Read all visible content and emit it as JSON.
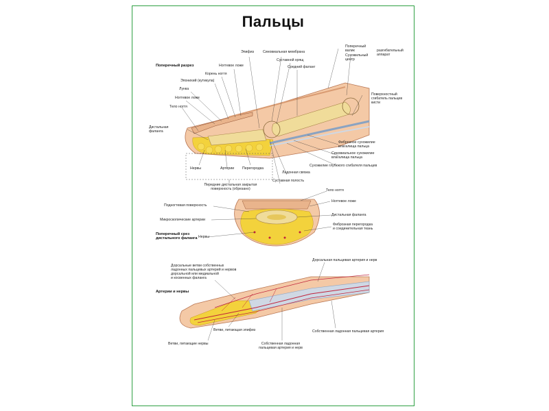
{
  "title": "Пальцы",
  "sections": {
    "cross_section": "Поперечный разрез",
    "transverse": [
      "Поперечный срез",
      "дистального фаланга"
    ],
    "arteries_nerves": "Артерии и нервы"
  },
  "labels": {
    "epiphysis": "Эпифиз",
    "synovial_membrane": "Синовиальная мембрана",
    "transverse_ridge": [
      "Поперечный",
      "валик"
    ],
    "tendon_center": [
      "Сухожильный",
      "центр"
    ],
    "extensor_apparatus": [
      "разгибательный",
      "аппарат"
    ],
    "nail_bed_top": "Ногтевое ложе",
    "nail_root": "Корень ногтя",
    "eponychium": "Эпонихий (кутикула)",
    "lunula": "Лунка",
    "nail_bed_left": "Ногтевое ложе",
    "nail_body": "Тело ногтя",
    "joint_capsule": "Суставной хрящ",
    "middle_phalanx": "Средний фаланг",
    "superficial_flexor": [
      "Поверхностный",
      "сгибатель пальцев",
      "кисти"
    ],
    "distal_phalanx": [
      "Дистальная",
      "фаланга"
    ],
    "fibrous_sheath": [
      "Фиброзное сухожилие",
      "влагалища пальца"
    ],
    "synovial_sheath": [
      "Синовиальное сухожилие",
      "влагалища пальца"
    ],
    "deep_flexor": "Сухожилие глубокого сгибателя пальцев",
    "nerves": "Нервы",
    "arteries": "Артерии",
    "septum": "Перегородка",
    "palmar_ligament": "Ладонная связка",
    "joint_cavity": "Суставная полость",
    "anterior_surface": [
      "Передние дистальная закрытая",
      "поверхность (обрезано)"
    ],
    "t_nail_body": "Тело ногтя",
    "t_subungual": "Подногтевая поверхность",
    "t_nail_bed": "Ногтевое ложе",
    "t_micro_arteries": "Микроскопические артерии",
    "t_distal_phalanx": "Дистальная фаланга",
    "t_fibrous_septa": [
      "Фиброзная перегородка",
      "и соединительная ткань"
    ],
    "t_nerves": "Нервы",
    "a_dorsal_branches": [
      "Дорсальные ветви собственных",
      "ладонных пальцевых артерий и нервов",
      "дорсальной или медиальной",
      "и косвенных фаланга"
    ],
    "a_dorsal_artery": "Дорсальная пальцевая артерия и нерв",
    "a_epiphysis_branch": "Ветви, питающая эпифиз",
    "a_nerve_branches": "Ветви, питающие нервы",
    "a_proper_palmar": [
      "Собственная ладонная",
      "пальцевая артерия и нерв"
    ],
    "a_palmar_digital": "Собственная ладонная пальцевая артерия"
  },
  "colors": {
    "frame": "#2ea043",
    "skin": "#f4c9a6",
    "skin_dark": "#d99b72",
    "bone": "#f0dc9a",
    "marrow": "#e6c75c",
    "fat": "#f3d23c",
    "artery": "#c0223b",
    "tendon": "#cfd8e4"
  }
}
